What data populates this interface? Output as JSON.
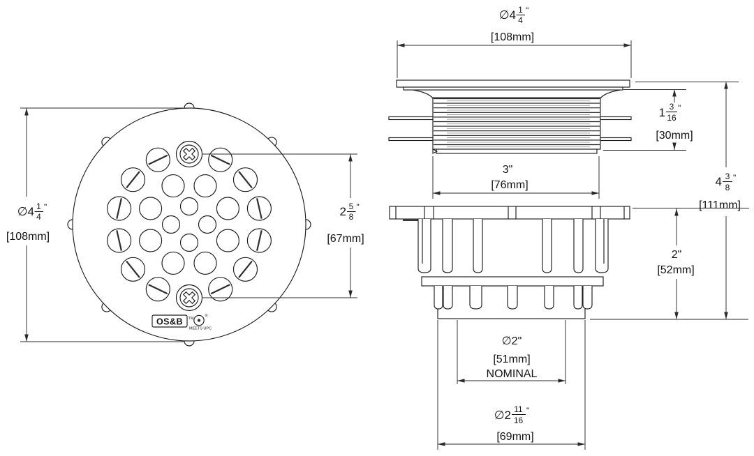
{
  "grate_front": {
    "diameter": {
      "whole": "∅4",
      "num": "1",
      "den": "4",
      "unit": "\"",
      "metric": "[108mm]"
    },
    "screw_span": {
      "whole": "2",
      "num": "5",
      "den": "8",
      "unit": "\"",
      "metric": "[67mm]"
    },
    "logo": {
      "brand": "OS&B",
      "tm": "TM",
      "reg": "®",
      "meets": "MEETS UPC"
    }
  },
  "flange_side": {
    "diameter": {
      "whole": "∅4",
      "num": "1",
      "den": "4",
      "unit": "\"",
      "metric": "[108mm]"
    },
    "thread_width": {
      "value": "3\"",
      "metric": "[76mm]"
    },
    "thread_height": {
      "whole": "1",
      "num": "3",
      "den": "16",
      "unit": "\"",
      "metric": "[30mm]"
    },
    "total_height": {
      "whole": "4",
      "num": "3",
      "den": "8",
      "unit": "\"",
      "metric": "[111mm]"
    }
  },
  "strainer_side": {
    "body_height": {
      "value": "2\"",
      "metric": "[52mm]"
    },
    "outlet_nominal": {
      "value": "∅2\"",
      "metric": "[51mm]",
      "note": "NOMINAL"
    },
    "outlet_od": {
      "whole": "∅2",
      "num": "11",
      "den": "16",
      "unit": "\"",
      "metric": "[69mm]"
    }
  }
}
